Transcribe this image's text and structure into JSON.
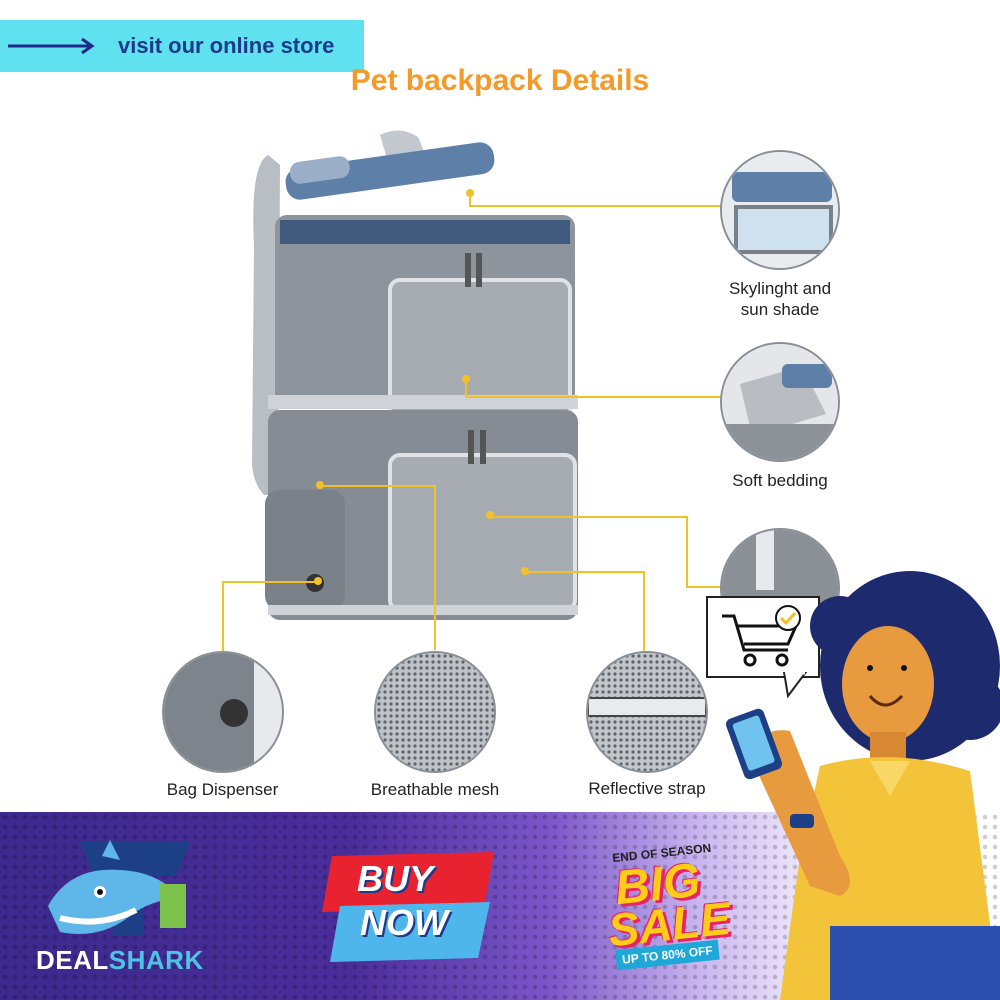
{
  "banner": {
    "text": "visit our online store"
  },
  "title": "Pet backpack Details",
  "features": {
    "skylight": {
      "line1": "Skylinght and",
      "line2": "sun shade"
    },
    "bedding": {
      "label": "Soft bedding"
    },
    "dispenser": {
      "label": "Bag Dispenser"
    },
    "mesh": {
      "label": "Breathable mesh"
    },
    "reflective": {
      "label": "Reflective strap"
    }
  },
  "promo": {
    "brand_part1": "DEAL",
    "brand_part2": "SHARK",
    "buy": "BUY",
    "now": "NOW",
    "end_of_season": "END OF SEASON",
    "big": "BIG",
    "sale": "SALE",
    "discount": "UP TO 80% OFF"
  },
  "colors": {
    "title_orange": "#f39a2b",
    "banner_cyan": "#5fe1ef",
    "callout_yellow": "#f2c027",
    "buy_red": "#e8232f"
  },
  "icons": [
    "arrow-right-icon",
    "shopping-cart-icon",
    "checkmark-icon",
    "shark-logo-icon"
  ]
}
